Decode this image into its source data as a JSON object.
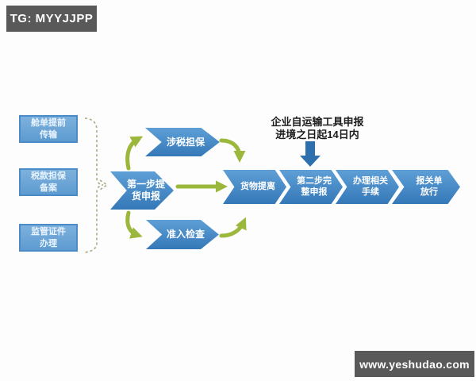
{
  "watermarks": {
    "top_left": "TG: MYYJJPP",
    "bottom_right": "www.yeshudao.com"
  },
  "colors": {
    "badge_bg": "#595959",
    "box_fill": "#6fa9d8",
    "box_border": "#4a8bc8",
    "chevron_blue": "#3f86c6",
    "green_arrow": "#9cb83c",
    "down_arrow_blue": "#2e6fad",
    "annotation_text": "#1b1b1b"
  },
  "flowchart": {
    "prerequisites": [
      {
        "line1": "舱单提前",
        "line2": "传输"
      },
      {
        "line1": "税款担保",
        "line2": "备案"
      },
      {
        "line1": "监管证件",
        "line2": "办理"
      }
    ],
    "step1": {
      "line1": "第一步提",
      "line2": "货申报"
    },
    "top_branch": {
      "label": "涉税担保"
    },
    "bottom_branch": {
      "label": "准入检查"
    },
    "main_steps": [
      {
        "line1": "货物提离",
        "line2": ""
      },
      {
        "line1": "第二步完",
        "line2": "整申报"
      },
      {
        "line1": "办理相关",
        "line2": "手续"
      },
      {
        "line1": "报关单",
        "line2": "放行"
      }
    ],
    "annotation": {
      "line1": "企业自运输工具申报",
      "line2": "进境之日起14日内"
    }
  }
}
